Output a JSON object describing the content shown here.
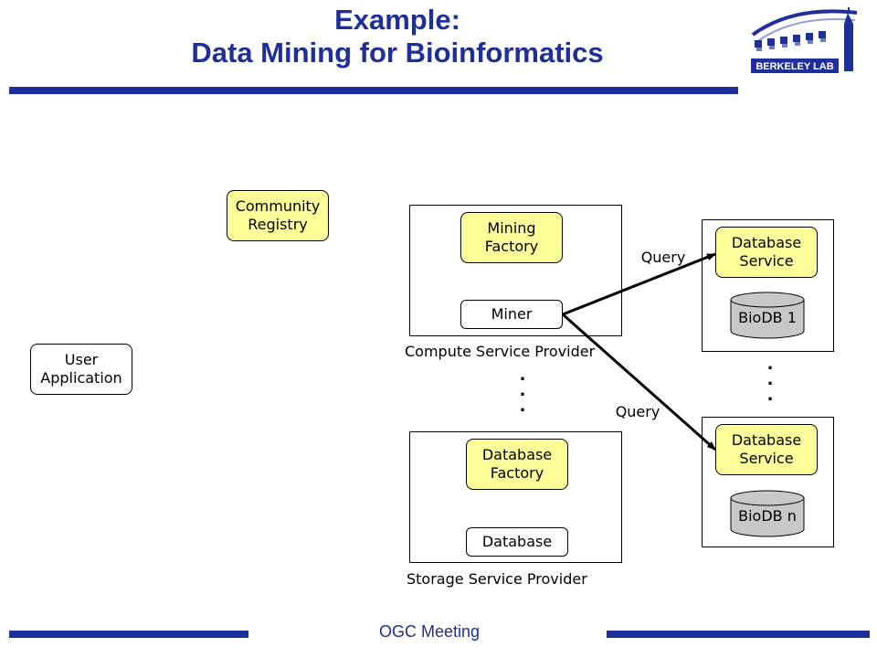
{
  "slide": {
    "title_line1": "Example:",
    "title_line2": "Data Mining for Bioinformatics",
    "footer": "OGC Meeting",
    "logo_text": "BERKELEY LAB",
    "accent_color": "#1f2f9a"
  },
  "nodes": {
    "community_registry": [
      "Community",
      "Registry"
    ],
    "user_application": [
      "User",
      "Application"
    ],
    "mining_factory": [
      "Mining",
      "Factory"
    ],
    "miner": "Miner",
    "database_factory": [
      "Database",
      "Factory"
    ],
    "database": "Database",
    "database_service_1": [
      "Database",
      "Service"
    ],
    "database_service_n": [
      "Database",
      "Service"
    ],
    "biodb_1": "BioDB 1",
    "biodb_n": "BioDB n"
  },
  "captions": {
    "compute_provider": "Compute Service Provider",
    "storage_provider": "Storage Service Provider"
  },
  "edges": {
    "query_top": "Query",
    "query_bottom": "Query"
  },
  "colors": {
    "node_fill": "#ffff99",
    "cylinder_fill": "#c8c8c8"
  }
}
